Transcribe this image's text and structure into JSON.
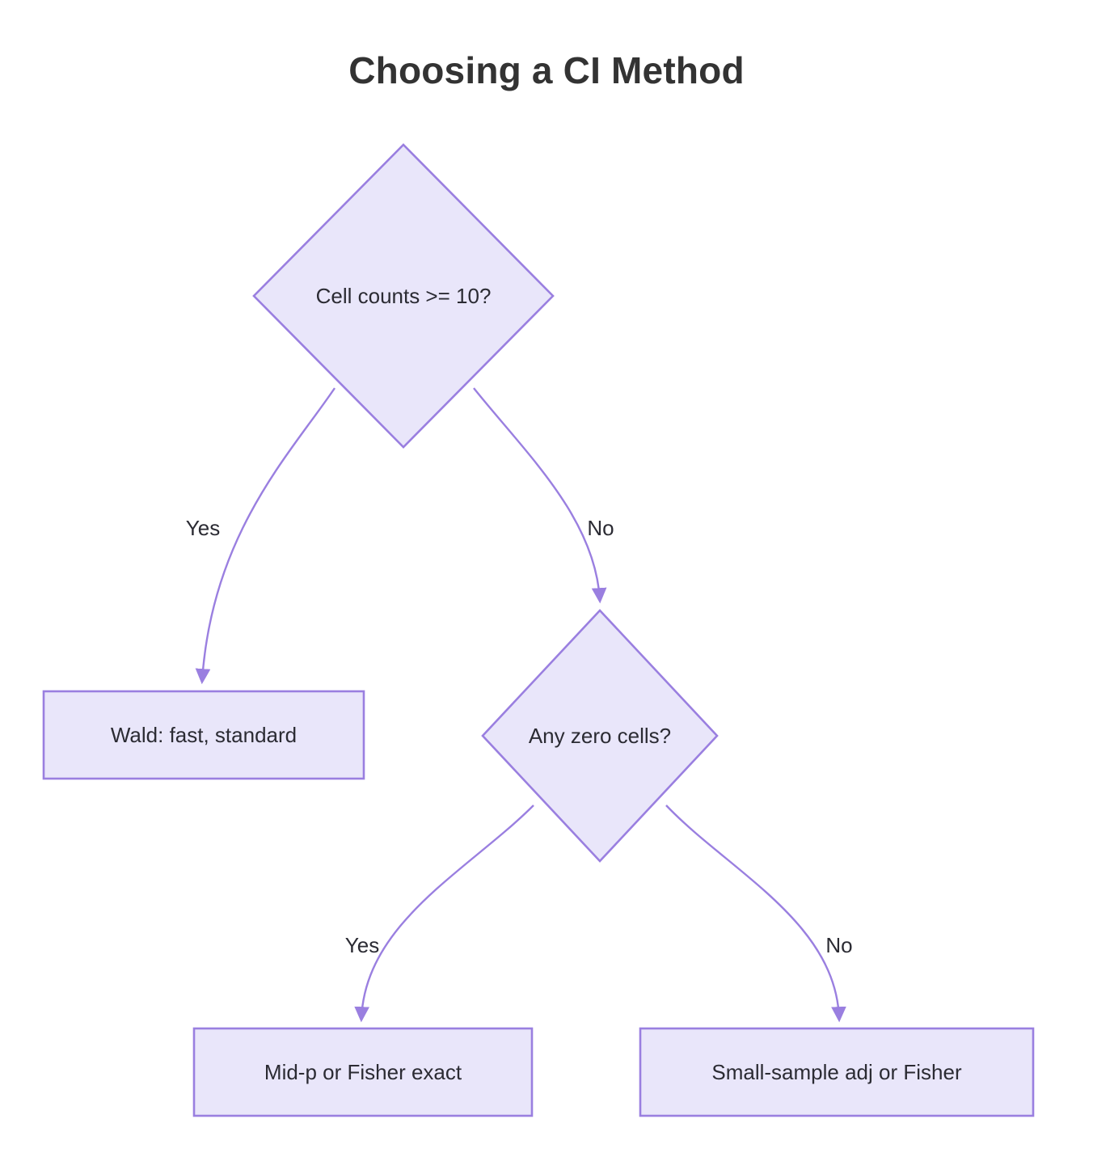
{
  "diagram": {
    "title": "Choosing a CI Method",
    "type": "flowchart",
    "direction": "top-down",
    "theme": {
      "background": "#ffffff",
      "node_fill": "#e9e6fa",
      "node_stroke": "#9a7fe0",
      "edge_stroke": "#9a7fe0",
      "text_color": "#2b2b33",
      "title_color": "#333333"
    },
    "nodes": [
      {
        "id": "decision-cell-counts",
        "shape": "diamond",
        "label": "Cell counts >= 10?"
      },
      {
        "id": "outcome-wald",
        "shape": "rect",
        "label": "Wald: fast, standard"
      },
      {
        "id": "decision-zero-cells",
        "shape": "diamond",
        "label": "Any zero cells?"
      },
      {
        "id": "outcome-midp-fisher",
        "shape": "rect",
        "label": "Mid-p or Fisher exact"
      },
      {
        "id": "outcome-small-sample",
        "shape": "rect",
        "label": "Small-sample adj or Fisher"
      }
    ],
    "edges": [
      {
        "id": "edge-cellcounts-yes",
        "from": "decision-cell-counts",
        "to": "outcome-wald",
        "label": "Yes"
      },
      {
        "id": "edge-cellcounts-no",
        "from": "decision-cell-counts",
        "to": "decision-zero-cells",
        "label": "No"
      },
      {
        "id": "edge-zerocells-yes",
        "from": "decision-zero-cells",
        "to": "outcome-midp-fisher",
        "label": "Yes"
      },
      {
        "id": "edge-zerocells-no",
        "from": "decision-zero-cells",
        "to": "outcome-small-sample",
        "label": "No"
      }
    ]
  }
}
